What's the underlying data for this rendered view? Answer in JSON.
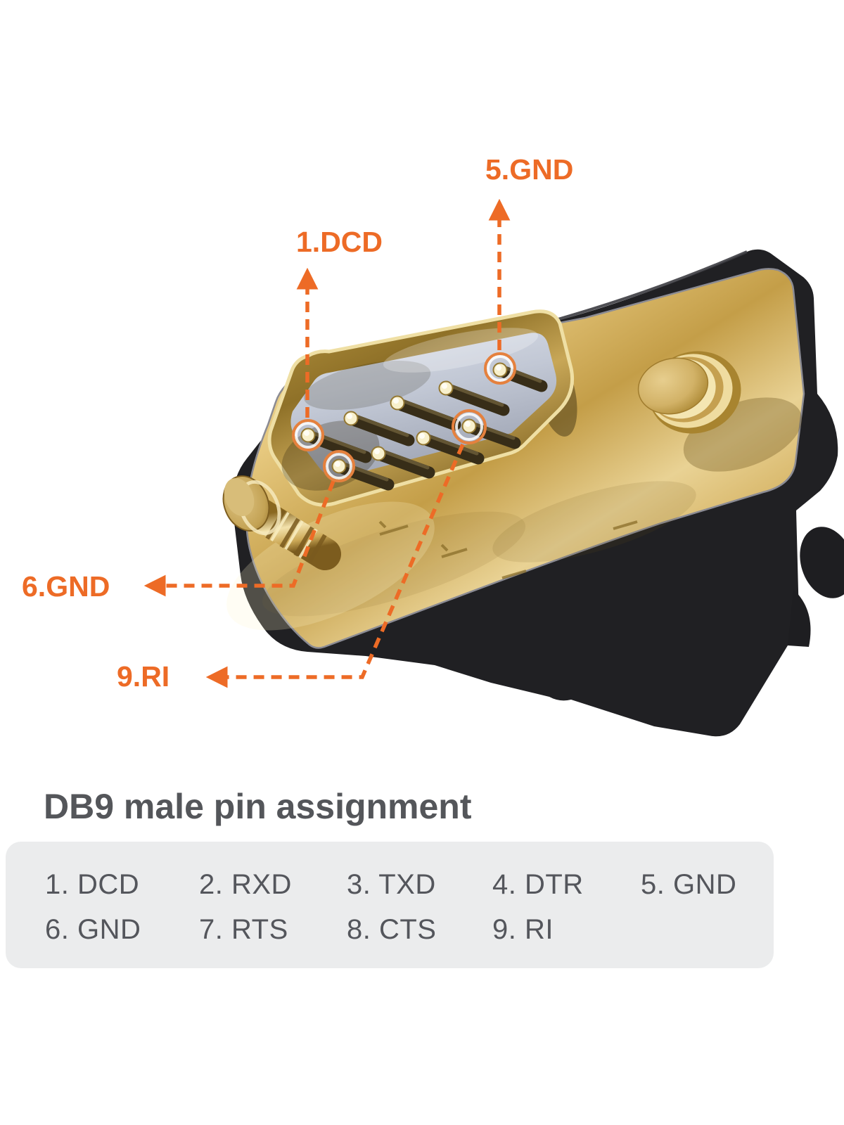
{
  "image": {
    "background": "#FFFFFF",
    "accent_color": "#ED6B26",
    "subject": "DB9 male serial connector, gold plated"
  },
  "pin_callouts": [
    {
      "id": "pin5",
      "label": "5.GND"
    },
    {
      "id": "pin1",
      "label": "1.DCD"
    },
    {
      "id": "pin6",
      "label": "6.GND"
    },
    {
      "id": "pin9",
      "label": "9.RI"
    }
  ],
  "assignment": {
    "title": "DB9 male pin assignment",
    "row1": [
      "1. DCD",
      "2. RXD",
      "3. TXD",
      "4. DTR",
      "5. GND"
    ],
    "row2": [
      "6. GND",
      "7. RTS",
      "8. CTS",
      "9. RI"
    ]
  }
}
